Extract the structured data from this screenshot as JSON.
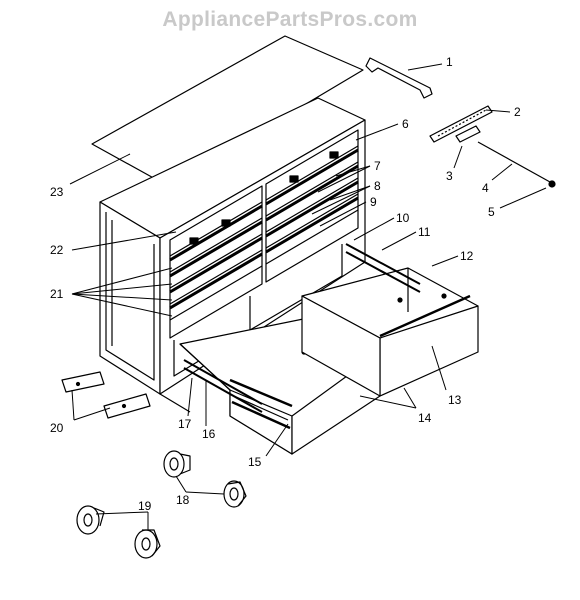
{
  "watermark": "AppliancePartsPros.com",
  "labels": {
    "p1": "1",
    "p2": "2",
    "p3": "3",
    "p4": "4",
    "p5": "5",
    "p6": "6",
    "p7": "7",
    "p8": "8",
    "p9": "9",
    "p10": "10",
    "p11": "11",
    "p12": "12",
    "p13": "13",
    "p14": "14",
    "p15": "15",
    "p16": "16",
    "p17": "17",
    "p18": "18",
    "p19": "19",
    "p20": "20",
    "p21": "21",
    "p22": "22",
    "p23": "23"
  }
}
